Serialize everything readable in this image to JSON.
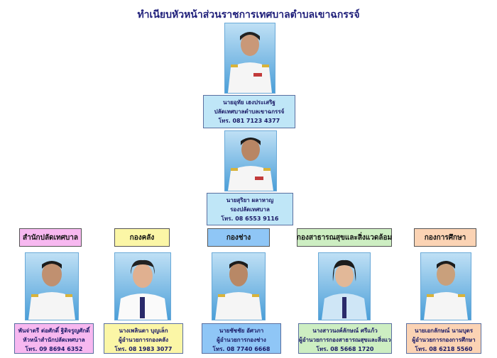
{
  "title": "ทำเนียบหัวหน้าส่วนราชการเทศบาลตำบลเขาฉกรรจ์",
  "leaders": [
    {
      "name": "นายอุทัย  เฮงประเสริฐ",
      "position": "ปลัดเทศบาลตำบลเขาฉกรรจ์",
      "phone": "โทร. 081 7123 4377"
    },
    {
      "name": "นายสุริยา  ผลาหาญ",
      "position": "รองปลัดเทศบาล",
      "phone": "โทร. 08 6553 9116"
    }
  ],
  "departments": [
    {
      "label": "สำนักปลัดเทศบาล",
      "color": "#f7b8f0",
      "name": "พันจ่าตรี ต่อศักดิ์  ฐิติจรูญศักดิ์",
      "position": "หัวหน้าสำนักปลัดเทศบาล",
      "phone": "โทร. 09 8694 6352"
    },
    {
      "label": "กองคลัง",
      "color": "#fbf6a6",
      "name": "นางเพลินตา  บุญเล็ก",
      "position": "ผู้อำนวยการกองคลัง",
      "phone": "โทร. 08 1983 3077"
    },
    {
      "label": "กองช่าง",
      "color": "#8fc6f6",
      "name": "นายชัชชัย  อัศวภา",
      "position": "ผู้อำนวยการกองช่าง",
      "phone": "โทร. 08 7740 6668"
    },
    {
      "label": "กองสาธารณสุขและสิ่งแวดล้อม",
      "color": "#cdeec2",
      "name": "นางสาวนงค์ลักษณ์  ศรีแก้ว",
      "position": "ผู้อำนวยการกองสาธารณสุขและสิ่งแวดล้อม",
      "phone": "โทร. 08 5668 1720"
    },
    {
      "label": "กองการศึกษา",
      "color": "#fbd3b4",
      "name": "นายเอกลักษณ์  นามบุตร",
      "position": "ผู้อำนวยการกองการศึกษา",
      "phone": "โทร. 08 6218 5560"
    }
  ]
}
